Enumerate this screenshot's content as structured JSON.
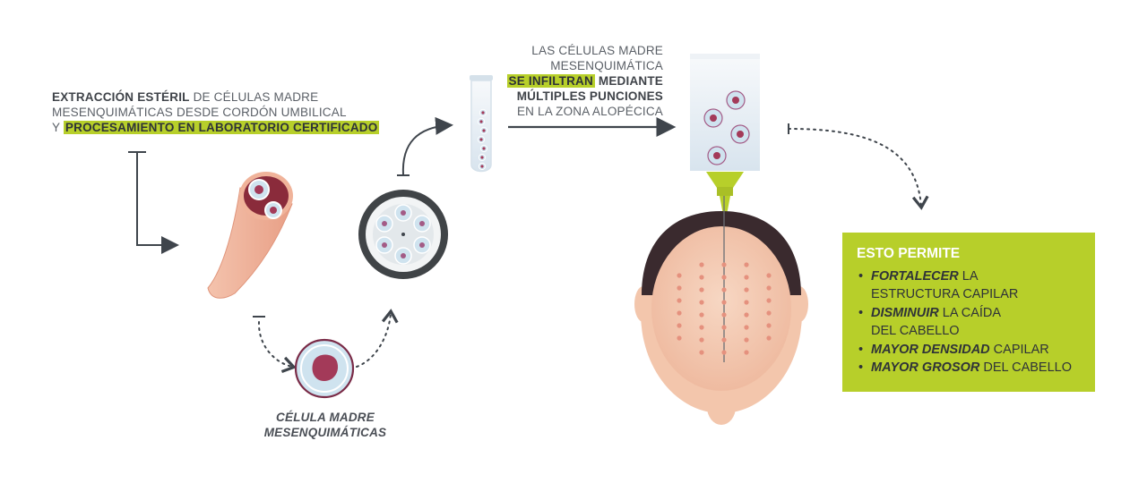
{
  "step1": {
    "bold": "EXTRACCIÓN ESTÉRIL",
    "line1_rest": " DE CÉLULAS MADRE",
    "line2": "MESENQUIMÁTICAS DESDE CORDÓN UMBILICAL",
    "line3_prefix": "Y ",
    "highlight": "PROCESAMIENTO EN LABORATORIO CERTIFICADO"
  },
  "cell_label": {
    "line1": "CÉLULA MADRE",
    "line2": "MESENQUIMÁTICAS"
  },
  "step3": {
    "line1": "LAS CÉLULAS MADRE",
    "line2": "MESENQUIMÁTICA",
    "highlight": "SE INFILTRAN",
    "line3_rest": " MEDIANTE",
    "line4": "MÚLTIPLES PUNCIONES",
    "line5": "EN LA ZONA ALOPÉCICA"
  },
  "benefits": {
    "title": "ESTO PERMITE",
    "items": [
      {
        "em": "FORTALECER",
        "rest": " LA",
        "line2": "ESTRUCTURA CAPILAR"
      },
      {
        "em": "DISMINUIR",
        "rest": " LA CAÍDA",
        "line2": "DEL CABELLO"
      },
      {
        "em": "MAYOR DENSIDAD",
        "rest": " CAPILAR",
        "line2": ""
      },
      {
        "em": "MAYOR GROSOR",
        "rest": " DEL CABELLO",
        "line2": ""
      }
    ]
  },
  "colors": {
    "accent_green": "#b7cf2a",
    "arrow_gray": "#3f454c",
    "cord_skin": "#f1b9a0",
    "cord_inner": "#8a2b3b",
    "cell_nucleus": "#a33a59",
    "cell_body": "#cfe3ef",
    "hair": "#3a2a2e",
    "skin": "#f3c6ac",
    "dots": "#e5917e"
  },
  "icons": [
    "umbilical-cord-icon",
    "petri-dish-icon",
    "test-tube-icon",
    "syringe-icon",
    "stem-cell-icon",
    "head-icon"
  ]
}
